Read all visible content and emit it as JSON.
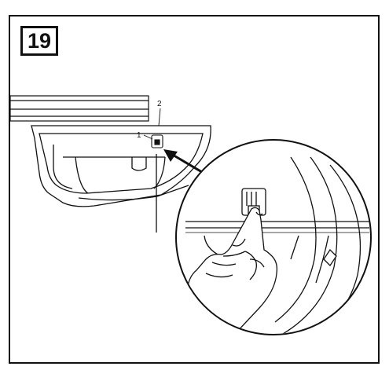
{
  "step_number": "19",
  "callouts": [
    {
      "label": "1",
      "ref": "button"
    },
    {
      "label": "2",
      "ref": "opener-housing"
    }
  ],
  "colors": {
    "line": "#111111",
    "background": "#ffffff"
  }
}
